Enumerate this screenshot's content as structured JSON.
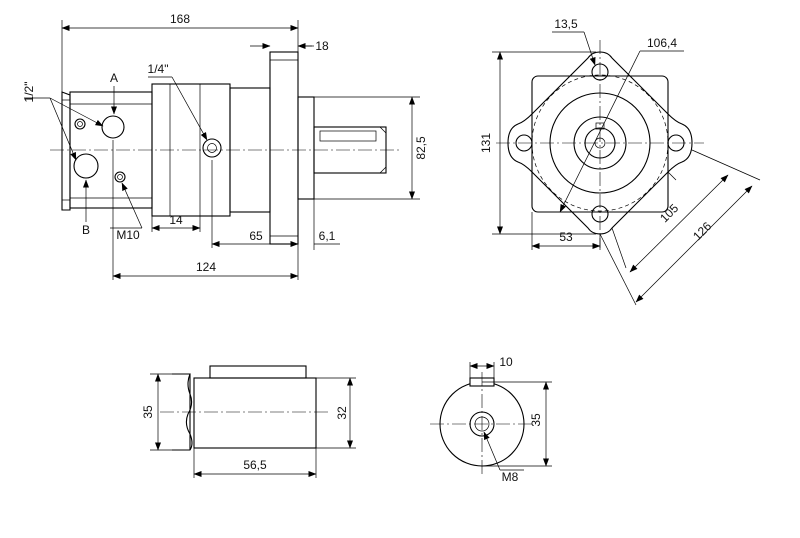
{
  "dimensions": {
    "overall_length": "168",
    "flange_thickness": "18",
    "port_thread": "1/2\"",
    "drain_thread": "1/4\"",
    "port_a": "A",
    "port_b": "B",
    "mount_thread": "M10",
    "dim_14": "14",
    "dim_65": "65",
    "dim_6_1": "6,1",
    "dim_124": "124",
    "shaft_height": "82,5",
    "bolt_hole": "13,5",
    "bolt_circle": "106,4",
    "flange_height": "131",
    "dim_53": "53",
    "dim_105": "105",
    "dim_126": "126",
    "shaft_dia_35": "35",
    "shaft_dia_32": "32",
    "shaft_length": "56,5",
    "key_width": "10",
    "end_dia_35": "35",
    "end_thread": "M8"
  }
}
